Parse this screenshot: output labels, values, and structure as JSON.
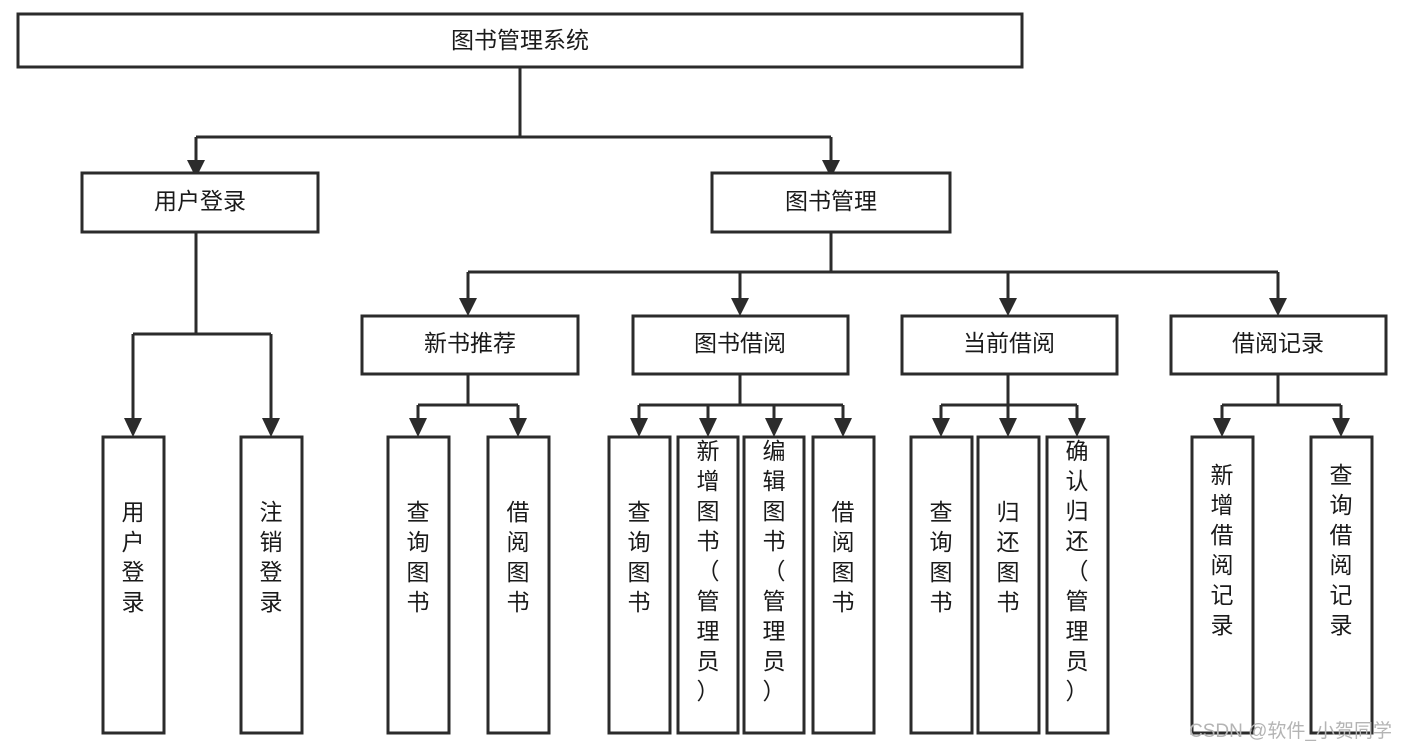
{
  "diagram": {
    "type": "tree",
    "title": "图书管理系统",
    "orientation": "top-down",
    "colors": {
      "box_fill": "#ffffff",
      "box_stroke": "#2b2b2b",
      "text": "#1a1a1a",
      "watermark": "#b4b4b4"
    },
    "nodes": {
      "root": {
        "label": "图书管理系统"
      },
      "level1": [
        {
          "id": "user-login",
          "label": "用户登录"
        },
        {
          "id": "book-manage",
          "label": "图书管理"
        }
      ],
      "level2": [
        {
          "id": "new-book-rec",
          "label": "新书推荐"
        },
        {
          "id": "book-borrow",
          "label": "图书借阅"
        },
        {
          "id": "current-borrow",
          "label": "当前借阅"
        },
        {
          "id": "borrow-record",
          "label": "借阅记录"
        }
      ],
      "leaves": {
        "user-login": [
          {
            "id": "leaf-user-login",
            "label": "用户登录"
          },
          {
            "id": "leaf-logout",
            "label": "注销登录"
          }
        ],
        "new-book-rec": [
          {
            "id": "leaf-query-book-1",
            "label": "查询图书"
          },
          {
            "id": "leaf-borrow-book-1",
            "label": "借阅图书"
          }
        ],
        "book-borrow": [
          {
            "id": "leaf-query-book-2",
            "label": "查询图书"
          },
          {
            "id": "leaf-add-book",
            "label": "新增图书（管理员）"
          },
          {
            "id": "leaf-edit-book",
            "label": "编辑图书（管理员）"
          },
          {
            "id": "leaf-borrow-book-2",
            "label": "借阅图书"
          }
        ],
        "current-borrow": [
          {
            "id": "leaf-query-book-3",
            "label": "查询图书"
          },
          {
            "id": "leaf-return-book",
            "label": "归还图书"
          },
          {
            "id": "leaf-confirm-return",
            "label": "确认归还（管理员）"
          }
        ],
        "borrow-record": [
          {
            "id": "leaf-add-record",
            "label": "新增借阅记录"
          },
          {
            "id": "leaf-query-record",
            "label": "查询借阅记录"
          }
        ]
      }
    }
  },
  "watermark": {
    "label": "CSDN @软件_小贺同学"
  }
}
